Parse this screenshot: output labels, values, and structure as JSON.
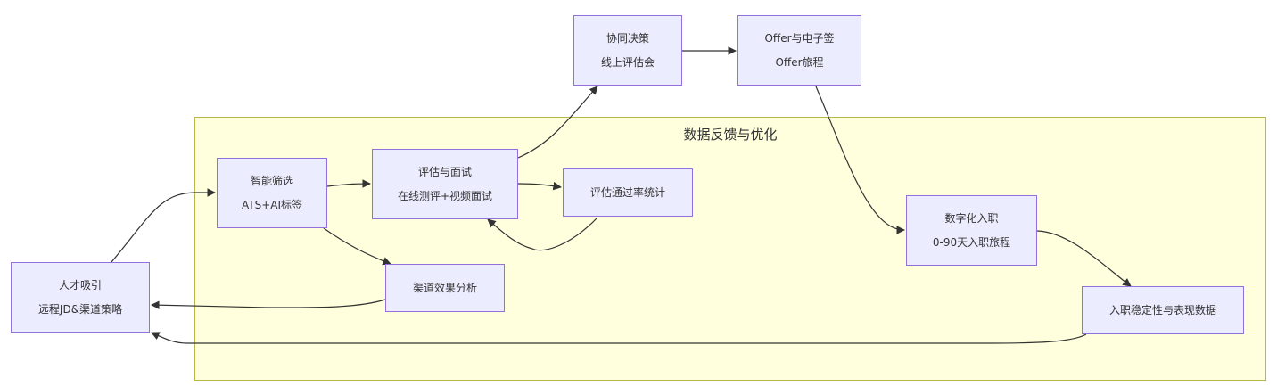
{
  "diagram": {
    "subgraph": {
      "title": "数据反馈与优化"
    },
    "nodes": {
      "attract": {
        "title": "人才吸引",
        "subtitle": "远程JD&渠道策略"
      },
      "screen": {
        "title": "智能筛选",
        "subtitle": "ATS+AI标签"
      },
      "assess": {
        "title": "评估与面试",
        "subtitle": "在线测评+视频面试"
      },
      "passrate": {
        "title": "评估通过率统计"
      },
      "channel": {
        "title": "渠道效果分析"
      },
      "decision": {
        "title": "协同决策",
        "subtitle": "线上评估会"
      },
      "offer": {
        "title": "Offer与电子签",
        "subtitle": "Offer旅程"
      },
      "onboard": {
        "title": "数字化入职",
        "subtitle": "0-90天入职旅程"
      },
      "retention": {
        "title": "入职稳定性与表现数据"
      }
    },
    "edges": [
      {
        "from": "人才吸引",
        "to": "智能筛选"
      },
      {
        "from": "智能筛选",
        "to": "评估与面试"
      },
      {
        "from": "智能筛选",
        "to": "渠道效果分析"
      },
      {
        "from": "评估与面试",
        "to": "协同决策"
      },
      {
        "from": "评估与面试",
        "to": "评估通过率统计"
      },
      {
        "from": "评估通过率统计",
        "to": "评估与面试"
      },
      {
        "from": "协同决策",
        "to": "Offer与电子签"
      },
      {
        "from": "Offer与电子签",
        "to": "数字化入职"
      },
      {
        "from": "数字化入职",
        "to": "入职稳定性与表现数据"
      },
      {
        "from": "渠道效果分析",
        "to": "人才吸引"
      },
      {
        "from": "入职稳定性与表现数据",
        "to": "人才吸引"
      }
    ],
    "colors": {
      "node_fill": "#ececff",
      "node_stroke": "#9370db",
      "subgraph_fill": "#ffffde",
      "subgraph_stroke": "#b8b84a",
      "edge": "#333333",
      "text": "#333333"
    }
  }
}
